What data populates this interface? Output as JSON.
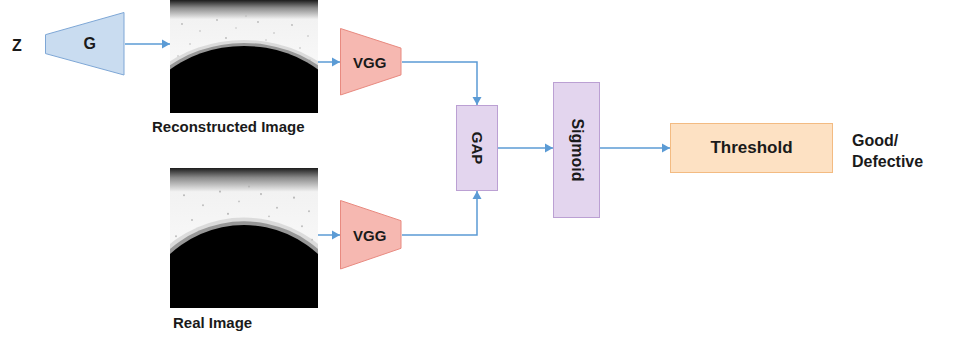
{
  "diagram": {
    "nodes": [
      {
        "text": [
          "G"
        ]
      },
      {
        "text": [
          "Reconstructed Image"
        ]
      },
      {
        "text": [
          "VGG"
        ]
      },
      {
        "text": [
          "Real Image"
        ]
      },
      {
        "text": [
          "VGG"
        ]
      },
      {
        "text": [
          "GAP"
        ]
      },
      {
        "text": [
          "Sigmoid"
        ]
      },
      {
        "text": [
          "Threshold"
        ]
      }
    ],
    "edges": [
      {
        "from": 0,
        "to": 1,
        "arrow": "to"
      },
      {
        "from": 1,
        "to": 2,
        "arrow": "to"
      },
      {
        "from": 3,
        "to": 4,
        "arrow": "to"
      },
      {
        "from": 2,
        "to": 5,
        "arrow": "to"
      },
      {
        "from": 4,
        "to": 5,
        "arrow": "to"
      },
      {
        "from": 5,
        "to": 6,
        "arrow": "to"
      },
      {
        "from": 6,
        "to": 7,
        "arrow": "to"
      }
    ],
    "labels": [
      "Z",
      "Good/ Defective"
    ]
  }
}
